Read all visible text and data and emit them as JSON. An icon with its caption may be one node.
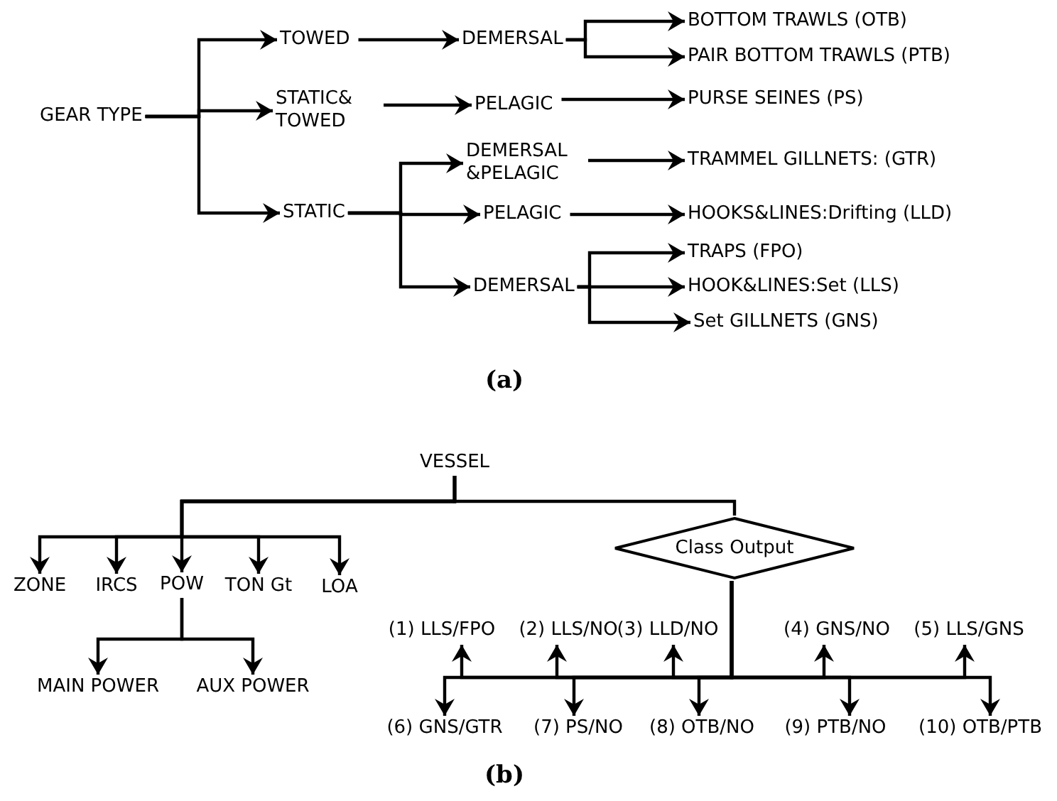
{
  "diagram": {
    "nodes": [
      {
        "text": [
          "GEAR TYPE"
        ]
      },
      {
        "text": [
          "TOWED"
        ]
      },
      {
        "text": [
          "STATIC& TOWED"
        ]
      },
      {
        "text": [
          "STATIC"
        ]
      },
      {
        "text": [
          "DEMERSAL"
        ]
      },
      {
        "text": [
          "PELAGIC"
        ]
      },
      {
        "text": [
          "DEMERSAL &PELAGIC"
        ]
      },
      {
        "text": [
          "PELAGIC"
        ]
      },
      {
        "text": [
          "DEMERSAL"
        ]
      },
      {
        "text": [
          "BOTTOM TRAWLS (OTB)"
        ]
      },
      {
        "text": [
          "PAIR BOTTOM TRAWLS (PTB)"
        ]
      },
      {
        "text": [
          "PURSE SEINES (PS)"
        ]
      },
      {
        "text": [
          "TRAMMEL GILLNETS: (GTR)"
        ]
      },
      {
        "text": [
          "HOOKS&LINES:Drifting (LLD)"
        ]
      },
      {
        "text": [
          "TRAPS (FPO)"
        ]
      },
      {
        "text": [
          "HOOK&LINES:Set (LLS)"
        ]
      },
      {
        "text": [
          "Set GILLNETS (GNS)"
        ]
      },
      {
        "text": [
          "VESSEL"
        ]
      },
      {
        "text": [
          "ZONE"
        ]
      },
      {
        "text": [
          "IRCS"
        ]
      },
      {
        "text": [
          "POW"
        ]
      },
      {
        "text": [
          "TON Gt"
        ]
      },
      {
        "text": [
          "LOA"
        ]
      },
      {
        "text": [
          "MAIN POWER"
        ]
      },
      {
        "text": [
          "AUX POWER"
        ]
      },
      {
        "text": [
          "Class Output"
        ]
      },
      {
        "text": [
          "(1) LLS/FPO"
        ]
      },
      {
        "text": [
          "(2) LLS/NO"
        ]
      },
      {
        "text": [
          "(3) LLD/NO"
        ]
      },
      {
        "text": [
          "(4) GNS/NO"
        ]
      },
      {
        "text": [
          "(5) LLS/GNS"
        ]
      },
      {
        "text": [
          "(6) GNS/GTR"
        ]
      },
      {
        "text": [
          "(7) PS/NO"
        ]
      },
      {
        "text": [
          "(8) OTB/NO"
        ]
      },
      {
        "text": [
          "(9) PTB/NO"
        ]
      },
      {
        "text": [
          "(10) OTB/PTB"
        ]
      }
    ],
    "edges": [
      {
        "from": 0,
        "to": 1,
        "arrow": "to"
      },
      {
        "from": 0,
        "to": 2,
        "arrow": "to"
      },
      {
        "from": 0,
        "to": 3,
        "arrow": "to"
      },
      {
        "from": 1,
        "to": 4,
        "arrow": "to"
      },
      {
        "from": 2,
        "to": 5,
        "arrow": "to"
      },
      {
        "from": 3,
        "to": 6,
        "arrow": "to"
      },
      {
        "from": 3,
        "to": 7,
        "arrow": "to"
      },
      {
        "from": 3,
        "to": 8,
        "arrow": "to"
      },
      {
        "from": 4,
        "to": 9,
        "arrow": "to"
      },
      {
        "from": 4,
        "to": 10,
        "arrow": "to"
      },
      {
        "from": 5,
        "to": 11,
        "arrow": "to"
      },
      {
        "from": 6,
        "to": 12,
        "arrow": "to"
      },
      {
        "from": 7,
        "to": 13,
        "arrow": "to"
      },
      {
        "from": 8,
        "to": 14,
        "arrow": "to"
      },
      {
        "from": 8,
        "to": 15,
        "arrow": "to"
      },
      {
        "from": 8,
        "to": 16,
        "arrow": "to"
      },
      {
        "from": 17,
        "to": 18,
        "arrow": "to"
      },
      {
        "from": 17,
        "to": 19,
        "arrow": "to"
      },
      {
        "from": 17,
        "to": 20,
        "arrow": "to"
      },
      {
        "from": 17,
        "to": 21,
        "arrow": "to"
      },
      {
        "from": 17,
        "to": 22,
        "arrow": "to"
      },
      {
        "from": 17,
        "to": 25,
        "arrow": "none"
      },
      {
        "from": 20,
        "to": 23,
        "arrow": "to"
      },
      {
        "from": 20,
        "to": 24,
        "arrow": "to"
      },
      {
        "from": 25,
        "to": 26,
        "arrow": "to"
      },
      {
        "from": 25,
        "to": 27,
        "arrow": "to"
      },
      {
        "from": 25,
        "to": 28,
        "arrow": "to"
      },
      {
        "from": 25,
        "to": 29,
        "arrow": "to"
      },
      {
        "from": 25,
        "to": 30,
        "arrow": "to"
      },
      {
        "from": 25,
        "to": 31,
        "arrow": "to"
      },
      {
        "from": 25,
        "to": 32,
        "arrow": "to"
      },
      {
        "from": 25,
        "to": 33,
        "arrow": "to"
      },
      {
        "from": 25,
        "to": 34,
        "arrow": "to"
      },
      {
        "from": 25,
        "to": 35,
        "arrow": "to"
      }
    ],
    "labels": [
      "(a)",
      "(b)"
    ]
  }
}
